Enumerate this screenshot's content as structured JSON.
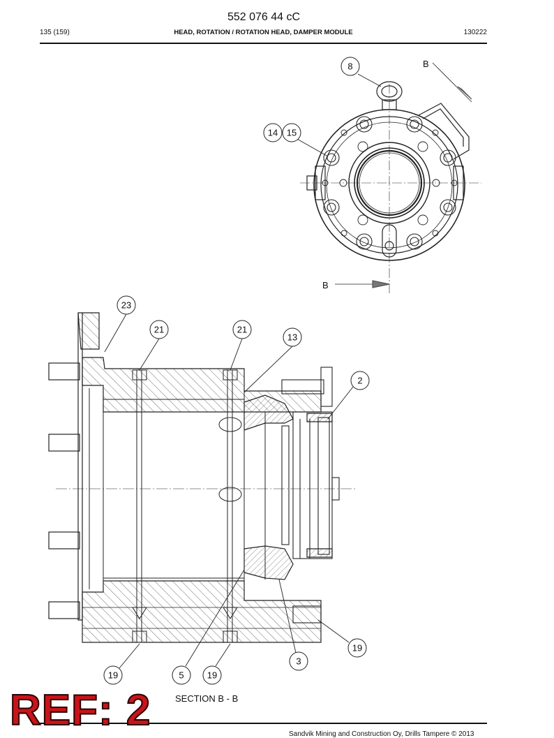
{
  "header": {
    "doc_number": "552 076 44 cC",
    "page_count": "135 (159)",
    "title": "HEAD, ROTATION / ROTATION HEAD, DAMPER MODULE",
    "date": "130222"
  },
  "drawing": {
    "section_marker": "B",
    "section_label": "SECTION  B - B",
    "callouts": {
      "c8": "8",
      "c14": "14",
      "c15": "15",
      "c23": "23",
      "c21a": "21",
      "c21b": "21",
      "c13": "13",
      "c2": "2",
      "c19r": "19",
      "c3": "3",
      "c19a": "19",
      "c5": "5",
      "c19b": "19"
    }
  },
  "footer": {
    "text": "Sandvik Mining and Construction Oy, Drills Tampere © 2013"
  },
  "overlay": {
    "ref_label": "REF: 2"
  }
}
